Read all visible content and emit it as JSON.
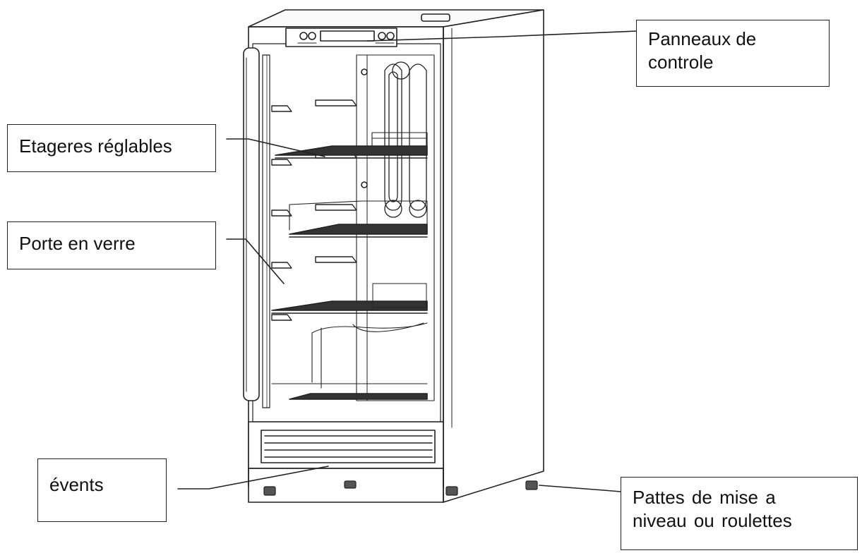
{
  "labels": {
    "panneaux": {
      "line1": "Panneaux de",
      "line2": "controle"
    },
    "etageres": {
      "text": "Etageres réglables"
    },
    "porte": {
      "text": "Porte en verre"
    },
    "events": {
      "text": "évents"
    },
    "pattes": {
      "line1": "Pattes de mise a",
      "line2": "niveau ou roulettes"
    }
  },
  "colors": {
    "line": "#222222",
    "background": "#ffffff"
  }
}
